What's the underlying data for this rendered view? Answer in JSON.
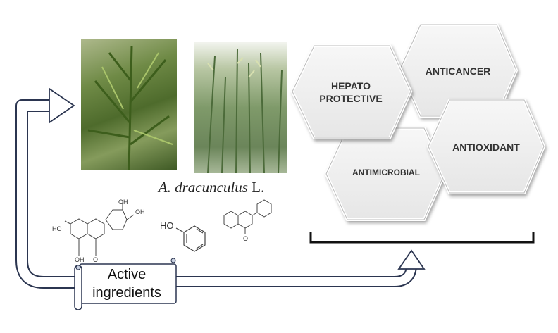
{
  "caption": {
    "genus": "A. dracunculus",
    "author": "L."
  },
  "activities": [
    "HEPATO",
    "PROTECTIVE",
    "ANTICANCER",
    "ANTIOXIDANT",
    "ANTIMICROBIAL"
  ],
  "scroll": {
    "line1": "Active",
    "line2": "ingredients"
  },
  "molecules": {
    "oh": "OH",
    "ho": "HO",
    "o": "O"
  },
  "colors": {
    "arrow": "#2b3550",
    "hex_fill": "#efefef",
    "hex_stroke": "#b8b8b8",
    "plant_green": "#5f7f3c"
  }
}
